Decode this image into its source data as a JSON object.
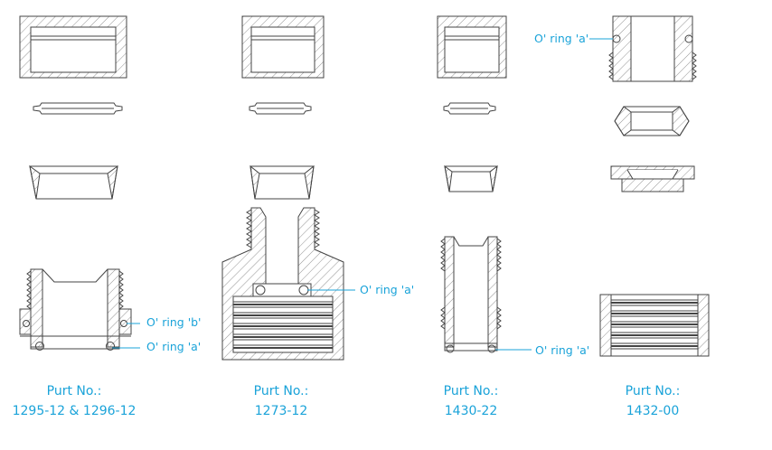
{
  "colors": {
    "line": "#444444",
    "accent": "#1aa3d9"
  },
  "parts": [
    {
      "title": "Purt No.:",
      "number": "1295-12 & 1296-12"
    },
    {
      "title": "Purt No.:",
      "number": "1273-12"
    },
    {
      "title": "Purt No.:",
      "number": "1430-22"
    },
    {
      "title": "Purt No.:",
      "number": "1432-00"
    }
  ],
  "callouts": {
    "c1_oring_b": "O' ring 'b'",
    "c1_oring_a": "O' ring 'a'",
    "c2_oring_a": "O' ring 'a'",
    "c3_oring_a": "O' ring 'a'",
    "c4_oring_a": "O' ring 'a'"
  }
}
